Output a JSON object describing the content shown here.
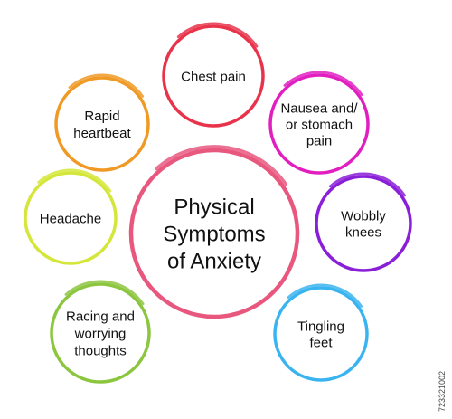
{
  "center": {
    "lines": [
      "Physical",
      "Symptoms",
      "of Anxiety"
    ],
    "color": "#e8577e"
  },
  "nodes": [
    {
      "id": "chest-pain",
      "lines": [
        "Chest pain"
      ],
      "color": "#e8334a"
    },
    {
      "id": "nausea",
      "lines": [
        "Nausea and/",
        "or stomach",
        "pain"
      ],
      "color": "#e11fc1"
    },
    {
      "id": "wobbly-knees",
      "lines": [
        "Wobbly",
        "knees"
      ],
      "color": "#8a1fd8"
    },
    {
      "id": "tingling-feet",
      "lines": [
        "Tingling",
        "feet"
      ],
      "color": "#39b4f0"
    },
    {
      "id": "racing-thoughts",
      "lines": [
        "Racing and",
        "worrying",
        "thoughts"
      ],
      "color": "#8cc63f"
    },
    {
      "id": "headache",
      "lines": [
        "Headache"
      ],
      "color": "#d5e63a"
    },
    {
      "id": "rapid-heartbeat",
      "lines": [
        "Rapid",
        "heartbeat"
      ],
      "color": "#f09a25"
    }
  ],
  "stock_id": "723321002"
}
